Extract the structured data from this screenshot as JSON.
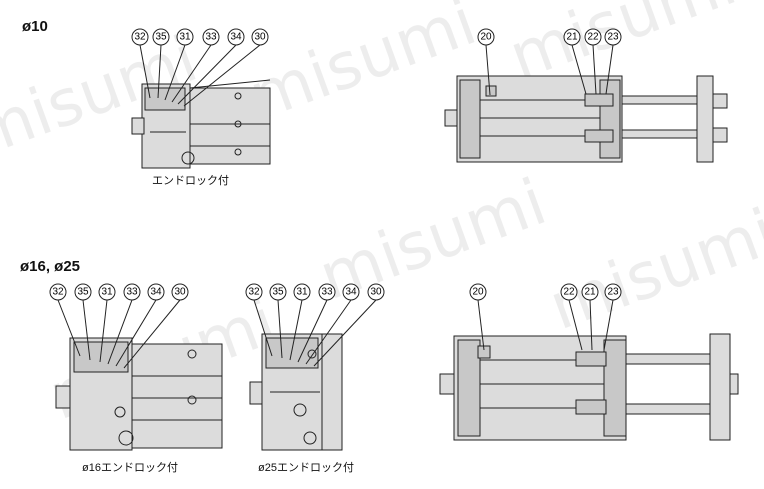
{
  "sections": [
    {
      "heading": "ø10"
    },
    {
      "heading": "ø16, ø25"
    }
  ],
  "captions": {
    "top_left": "エンドロック付",
    "bottom_left": "ø16エンドロック付",
    "bottom_mid": "ø25エンドロック付"
  },
  "callouts": {
    "top_left": [
      "32",
      "35",
      "31",
      "33",
      "34",
      "30"
    ],
    "top_right": [
      "20",
      "21",
      "22",
      "23"
    ],
    "bottom_left": [
      "32",
      "35",
      "31",
      "33",
      "34",
      "30"
    ],
    "bottom_mid": [
      "32",
      "35",
      "31",
      "33",
      "34",
      "30"
    ],
    "bottom_right": [
      "20",
      "22",
      "21",
      "23"
    ]
  },
  "watermark": "misumi"
}
